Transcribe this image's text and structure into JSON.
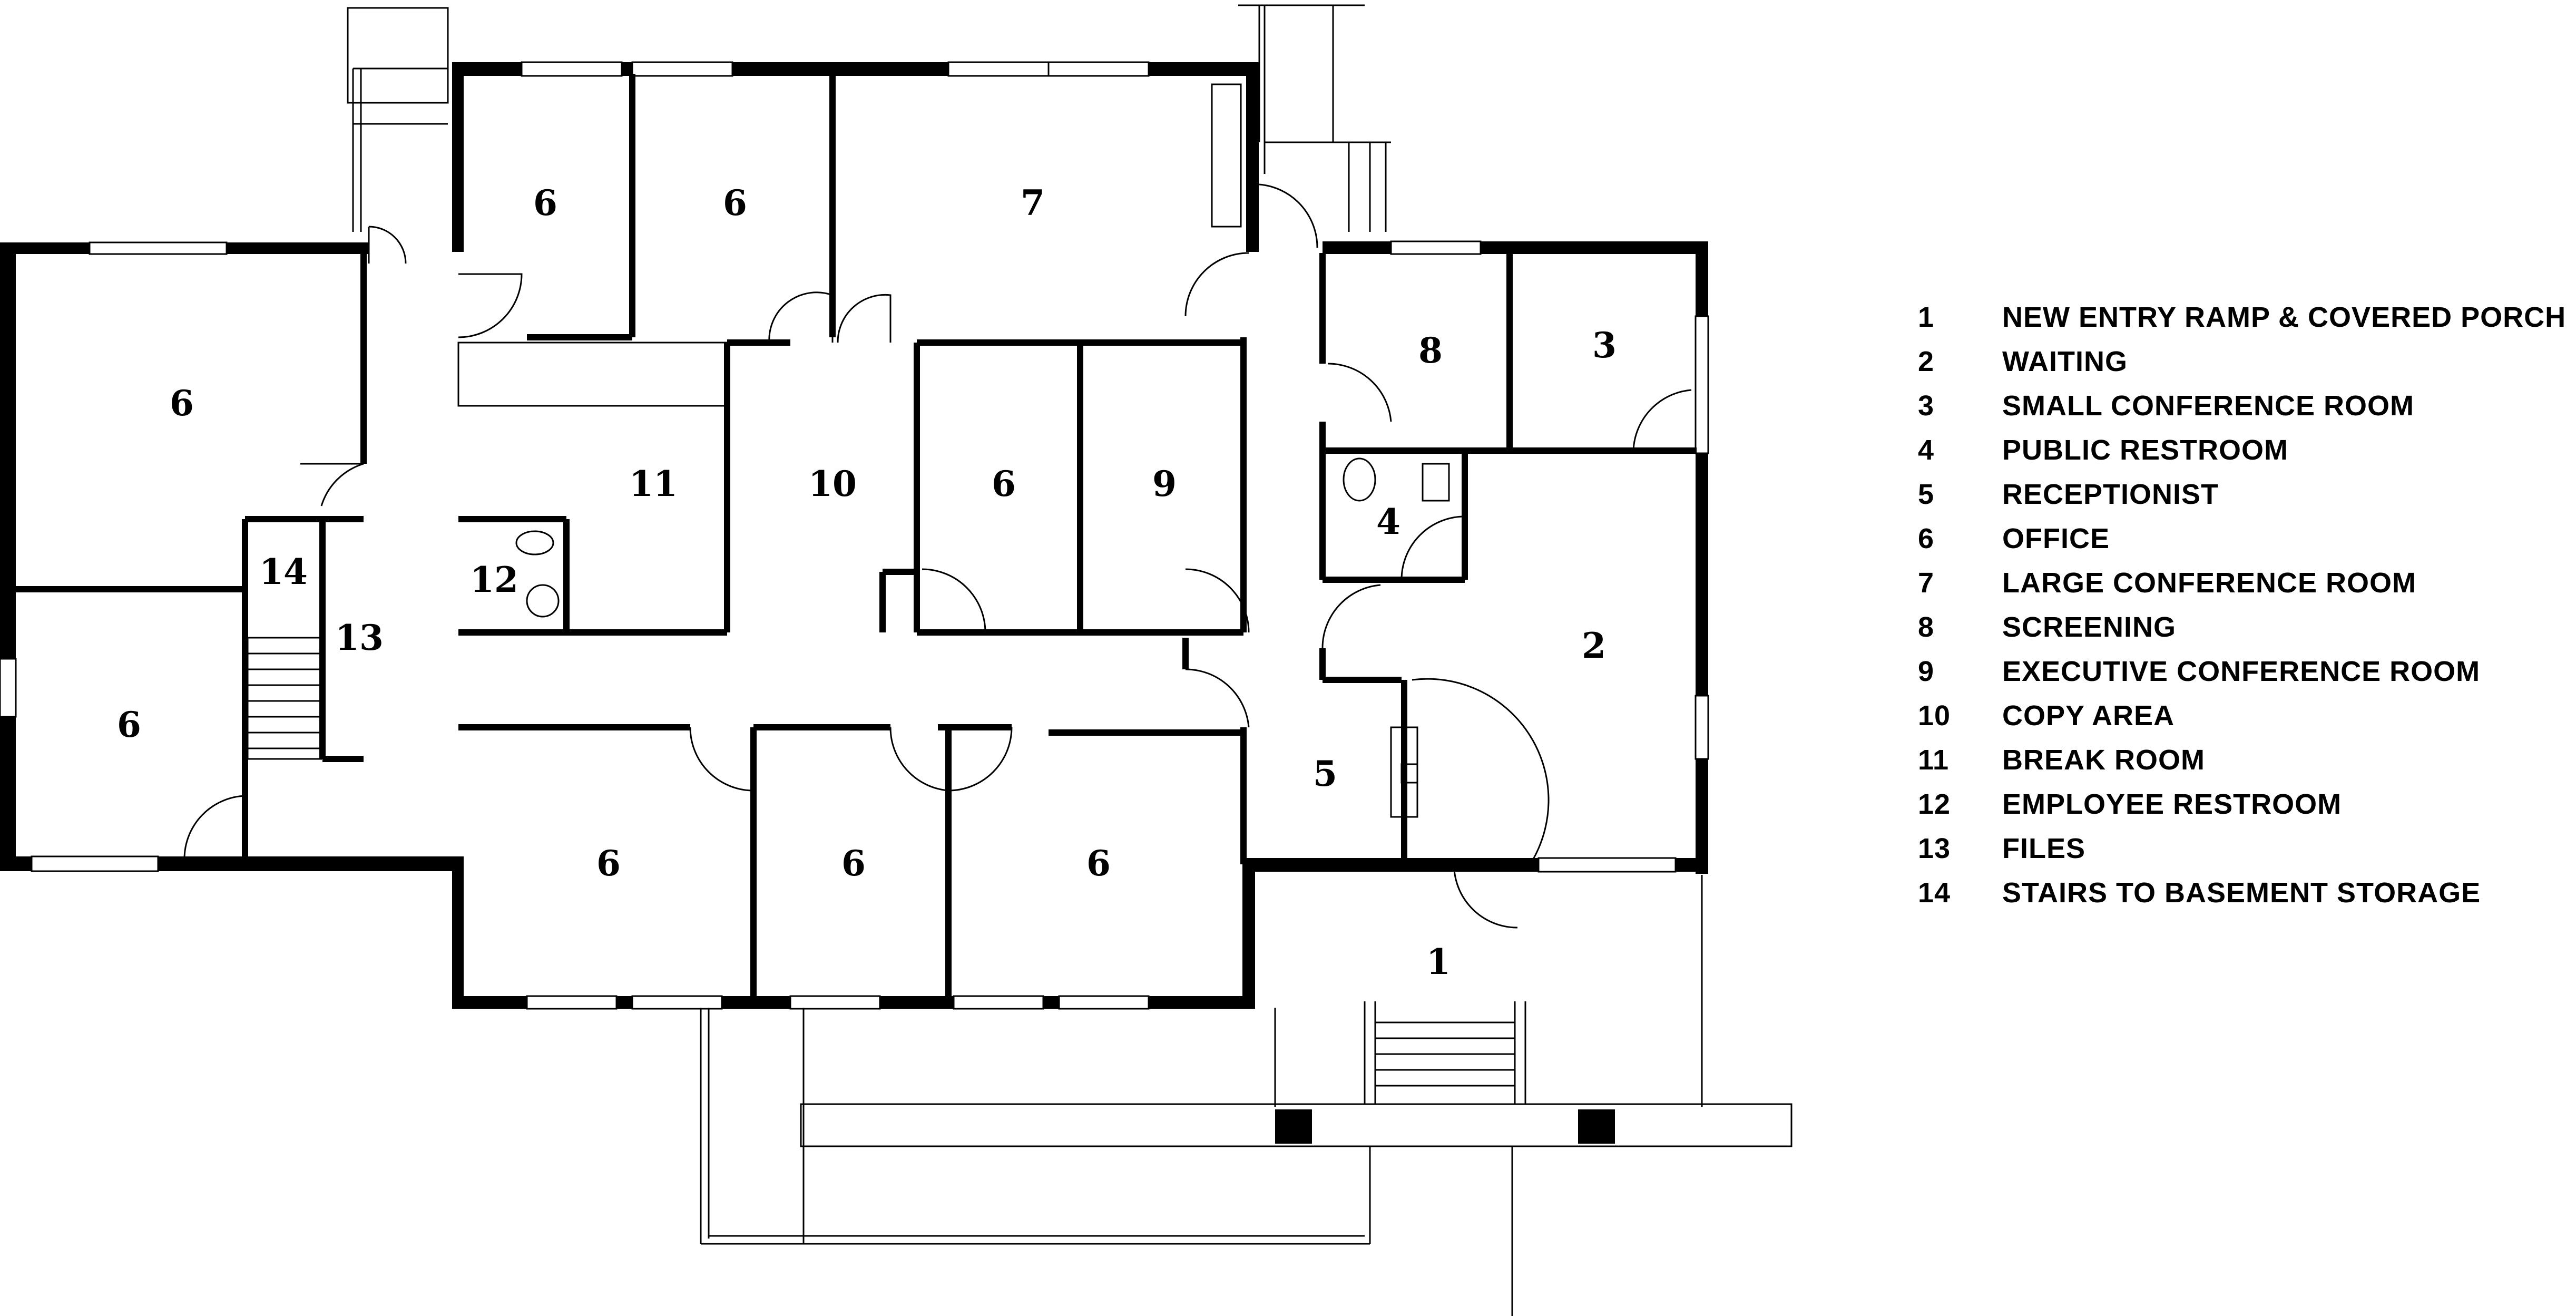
{
  "rooms": [
    {
      "id": "r6a",
      "label": "6"
    },
    {
      "id": "r6b",
      "label": "6"
    },
    {
      "id": "r7",
      "label": "7"
    },
    {
      "id": "r6c",
      "label": "6"
    },
    {
      "id": "r8",
      "label": "8"
    },
    {
      "id": "r3",
      "label": "3"
    },
    {
      "id": "r11",
      "label": "11"
    },
    {
      "id": "r10",
      "label": "10"
    },
    {
      "id": "r6d",
      "label": "6"
    },
    {
      "id": "r9",
      "label": "9"
    },
    {
      "id": "r4",
      "label": "4"
    },
    {
      "id": "r14",
      "label": "14"
    },
    {
      "id": "r12",
      "label": "12"
    },
    {
      "id": "r13",
      "label": "13"
    },
    {
      "id": "r6e",
      "label": "6"
    },
    {
      "id": "r2",
      "label": "2"
    },
    {
      "id": "r5",
      "label": "5"
    },
    {
      "id": "r6f",
      "label": "6"
    },
    {
      "id": "r6g",
      "label": "6"
    },
    {
      "id": "r6h",
      "label": "6"
    },
    {
      "id": "r1",
      "label": "1"
    }
  ],
  "legend": [
    {
      "num": "1",
      "label": "NEW ENTRY RAMP & COVERED PORCH"
    },
    {
      "num": "2",
      "label": "WAITING"
    },
    {
      "num": "3",
      "label": "SMALL CONFERENCE ROOM"
    },
    {
      "num": "4",
      "label": "PUBLIC RESTROOM"
    },
    {
      "num": "5",
      "label": "RECEPTIONIST"
    },
    {
      "num": "6",
      "label": "OFFICE"
    },
    {
      "num": "7",
      "label": "LARGE CONFERENCE ROOM"
    },
    {
      "num": "8",
      "label": "SCREENING"
    },
    {
      "num": "9",
      "label": "EXECUTIVE CONFERENCE ROOM"
    },
    {
      "num": "10",
      "label": "COPY AREA"
    },
    {
      "num": "11",
      "label": "BREAK ROOM"
    },
    {
      "num": "12",
      "label": "EMPLOYEE RESTROOM"
    },
    {
      "num": "13",
      "label": "FILES"
    },
    {
      "num": "14",
      "label": "STAIRS TO BASEMENT STORAGE"
    }
  ]
}
